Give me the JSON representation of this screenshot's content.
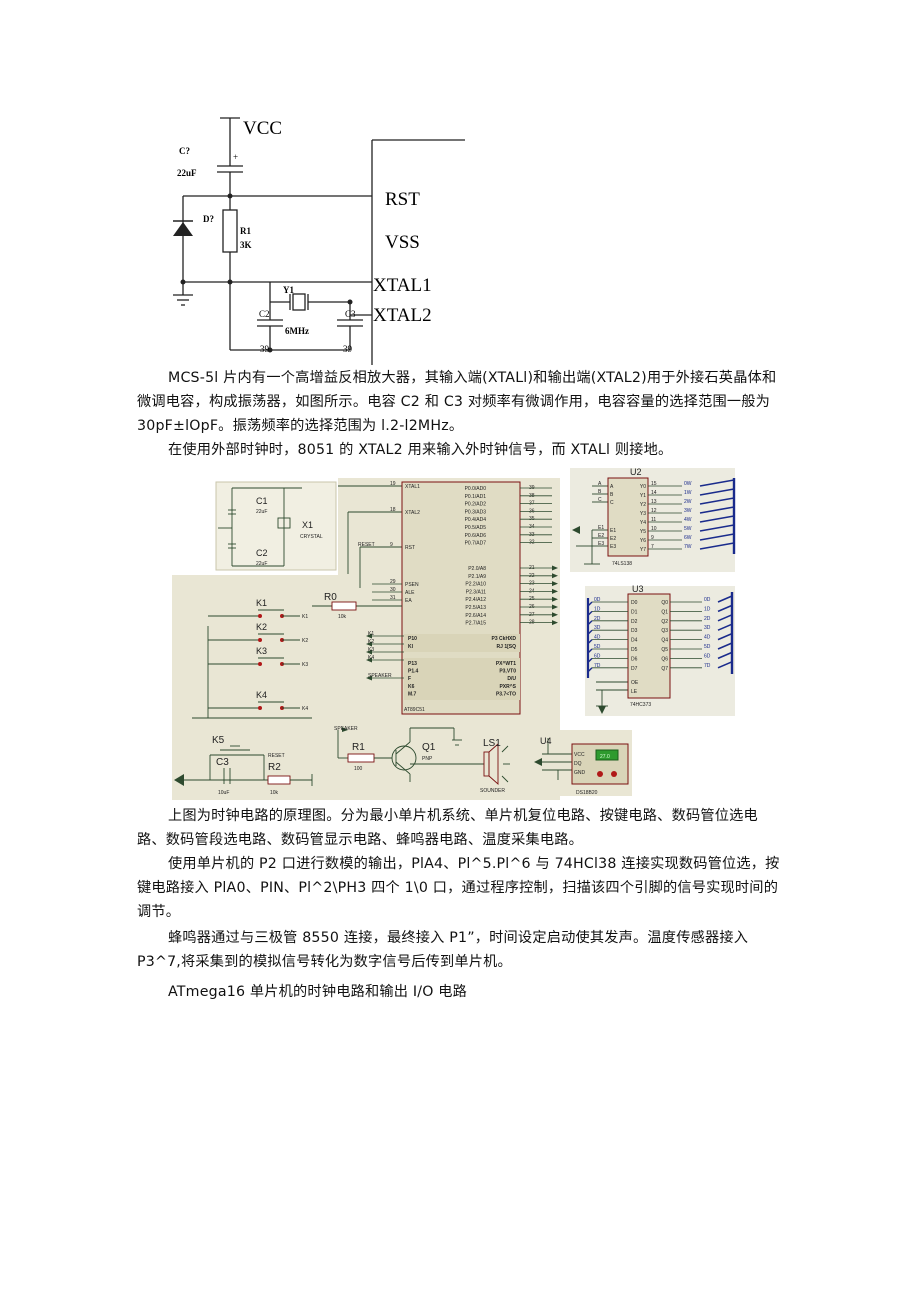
{
  "reset_circuit": {
    "vcc": "VCC",
    "c7": "C?",
    "c7_val": "22uF",
    "plus": "+",
    "d7": "D?",
    "r1": "R1",
    "r1_val": "3K",
    "y1": "Y1",
    "freq": "6MHz",
    "c2": "C2",
    "c3": "C3",
    "c2_val": "39",
    "c3_val": "39",
    "pins": [
      "RST",
      "VSS",
      "XTAL1",
      "XTAL2"
    ]
  },
  "paragraphs": {
    "p1": "MCS-5l 片内有一个高增益反相放大器，其输入端(XTALl)和输出端(XTAL2)用于外接石英晶体和微调电容，构成振荡器，如图所示。电容 C2 和 C3 对频率有微调作用，电容容量的选择范围一般为 30pF±lOpF。振荡频率的选择范围为 l.2-l2MHz。",
    "p2": "在使用外部时钟时，8051 的 XTAL2 用来输入外时钟信号，而 XTALl 则接地。",
    "p3": "上图为时钟电路的原理图。分为最小单片机系统、单片机复位电路、按键电路、数码管位选电路、数码管段选电路、数码管显示电路、蜂鸣器电路、温度采集电路。",
    "p4": "使用单片机的 P2 口进行数模的输出，PlA4、Pl^5.Pl^6 与 74HCl38 连接实现数码管位选，按键电路接入 PlA0、PIN、Pl^2\\PH3 四个 1\\0 口，通过程序控制，扫描该四个引脚的信号实现时间的调节。",
    "p5": "蜂鸣器通过与三极管 8550 连接，最终接入 P1”，时间设定启动使其发声。温度传感器接入 P3^7,将采集到的模拟信号转化为数字信号后传到单片机。",
    "p6": "ATmega16 单片机的时钟电路和输出 I/O 电路"
  },
  "clock_circuit": {
    "osc": {
      "c1": "C1",
      "c1_val": "22uF",
      "c2": "C2",
      "c2_val": "22uF",
      "x1": "X1",
      "x1_sub": "CRYSTAL"
    },
    "mcu": {
      "name": "AT89C51",
      "left_pins": [
        {
          "num": "19",
          "name": "XTAL1"
        },
        {
          "num": "18",
          "name": "XTAL2"
        },
        {
          "num": "9",
          "name": "RST"
        },
        {
          "num": "29",
          "name": "PSEN"
        },
        {
          "num": "30",
          "name": "ALE"
        },
        {
          "num": "31",
          "name": "EA"
        }
      ],
      "right_pins": [
        {
          "name": "P0.0/AD0",
          "num": "39"
        },
        {
          "name": "P0.1/AD1",
          "num": "38"
        },
        {
          "name": "P0.2/AD2",
          "num": "37"
        },
        {
          "name": "P0.3/AD3",
          "num": "36"
        },
        {
          "name": "P0.4/AD4",
          "num": "35"
        },
        {
          "name": "P0.5/AD5",
          "num": "34"
        },
        {
          "name": "P0.6/AD6",
          "num": "33"
        },
        {
          "name": "P0.7/AD7",
          "num": "32"
        },
        {
          "name": "P2.0/A8",
          "num": "21"
        },
        {
          "name": "P2.1/A9",
          "num": "22"
        },
        {
          "name": "P2.2/A10",
          "num": "23"
        },
        {
          "name": "P2.3/A11",
          "num": "24"
        },
        {
          "name": "P2.4/A12",
          "num": "25"
        },
        {
          "name": "P2.5/A13",
          "num": "26"
        },
        {
          "name": "P2.6/A14",
          "num": "27"
        },
        {
          "name": "P2.7/A15",
          "num": "28"
        }
      ],
      "port1_rows": [
        [
          "P10",
          "P3 CkHXD"
        ],
        [
          "Kl",
          "RJ 1[SQ"
        ]
      ],
      "port3_rows": [
        [
          "P13",
          "PX^WT1"
        ],
        [
          "P1.4",
          "P3,VT0"
        ],
        [
          "F",
          "D/U"
        ],
        [
          "K6",
          "PXR^S"
        ],
        [
          "M.7",
          "P3.7<TO"
        ]
      ]
    },
    "reset_label": "RESET",
    "r0": "R0",
    "r0_val": "10k",
    "keys": [
      "K1",
      "K2",
      "K3",
      "K4"
    ],
    "key_nets": [
      "K1",
      "K2",
      "K3",
      "K4"
    ],
    "left_nets": [
      "K1",
      "K2",
      "K3",
      "K4",
      "SPEAKER"
    ],
    "k5": "K5",
    "k5_reset": "RESET",
    "c3": "C3",
    "c3_val": "10uF",
    "r2": "R2",
    "r2_val": "10k",
    "speaker": "SPEAKER",
    "r1": "R1",
    "r1_val": "100",
    "q1": "Q1",
    "q1_sub": "PNP",
    "ls1": "LS1",
    "ls1_sub": "SOUNDER",
    "u2": {
      "label": "U2",
      "part": "74LS138",
      "inputs": [
        "A",
        "B",
        "C",
        "E1",
        "E2",
        "E3"
      ],
      "outputs": [
        "Y0",
        "Y1",
        "Y2",
        "Y3",
        "Y4",
        "Y5",
        "Y6",
        "Y7"
      ],
      "out_pins": [
        "15",
        "14",
        "13",
        "12",
        "11",
        "10",
        "9",
        "7"
      ],
      "nets": [
        "0W",
        "1W",
        "2W",
        "3W",
        "4W",
        "5W",
        "6W",
        "7W"
      ]
    },
    "u3": {
      "label": "U3",
      "part": "74HC373",
      "inputs": [
        "D0",
        "D1",
        "D2",
        "D3",
        "D4",
        "D5",
        "D6",
        "D7"
      ],
      "outputs": [
        "Q0",
        "Q1",
        "Q2",
        "Q3",
        "Q4",
        "Q5",
        "Q6",
        "Q7"
      ],
      "in_nets": [
        "0D",
        "1D",
        "2D",
        "3D",
        "4D",
        "5D",
        "6D",
        "7D"
      ],
      "out_nets": [
        "0D",
        "1D",
        "2D",
        "3D",
        "4D",
        "5D",
        "6D",
        "7D"
      ],
      "ctrl": [
        "OE",
        "LE"
      ]
    },
    "u4": {
      "label": "U4",
      "pins": [
        "VCC",
        "DQ",
        "GND"
      ],
      "part": "DS18B20",
      "display": "27.0"
    }
  },
  "colors": {
    "schematic_bg": "#e9e6d4",
    "chip_fill": "#e0dcc4",
    "wire": "#2d4a2e",
    "part": "#7a1010",
    "net_blue": "#1a2b8c",
    "lcd_green": "#2e9a2e"
  }
}
